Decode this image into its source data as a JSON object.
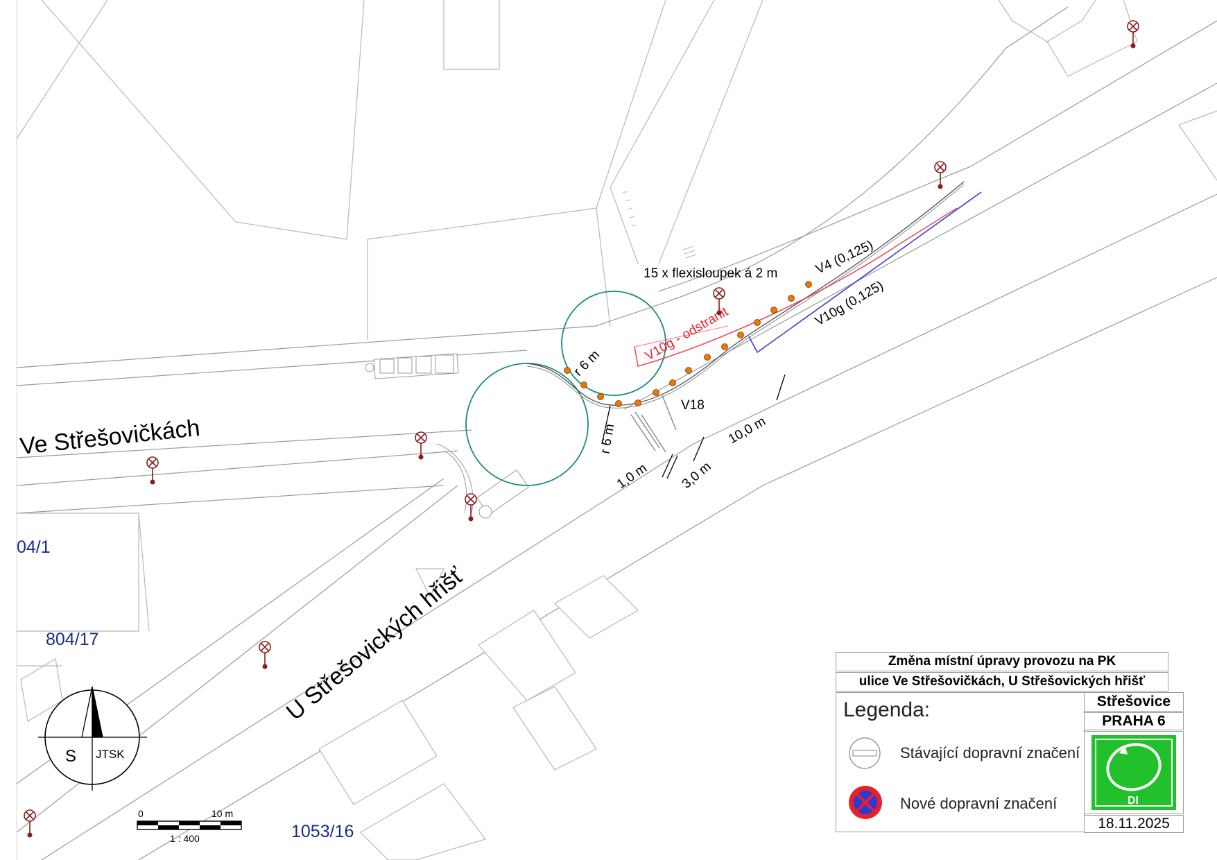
{
  "streets": {
    "ve_stresovickach": "Ve Střešovičkách",
    "u_stresovickych_hrist": "U Střešovických hřišť"
  },
  "parcels": {
    "p804_1": "04/1",
    "p804_17": "804/17",
    "p1053_16": "1053/16"
  },
  "annotations": {
    "flexisloupek": "15 x flexisloupek á 2 m",
    "v4": "V4 (0,125)",
    "v10g": "V10g (0,125)",
    "v10g_remove": "V10g - odstranit",
    "r6_top": "r 6 m",
    "r6_bottom": "r 6 m",
    "v18": "V18",
    "dim_1": "1,0 m",
    "dim_3": "3,0 m",
    "dim_10": "10,0 m"
  },
  "north_arrow": {
    "label_s": "S",
    "label_jtsk": "JTSK"
  },
  "scale_bar": {
    "start": "0",
    "end": "10 m",
    "ratio": "1 : 400"
  },
  "title_block": {
    "title": "Změna místní úpravy provozu na PK",
    "subtitle": "ulice Ve Střešovičkách, U Střešovických hřišť",
    "legend_title": "Legenda:",
    "legend_existing": "Stávající dopravní značení",
    "legend_new": "Nové dopravní značení",
    "district": "Střešovice",
    "city": "PRAHA 6",
    "date": "18.11.2025",
    "logo_text": "DI"
  },
  "colors": {
    "circle": "#1a8a82",
    "flexi": "#e8780a",
    "red_line": "#e8202a",
    "blue_line": "#3a3ad8",
    "parcel_text": "#1a2a8c",
    "sign_red": "#8b1a1a",
    "logo_green": "#22c02a"
  }
}
